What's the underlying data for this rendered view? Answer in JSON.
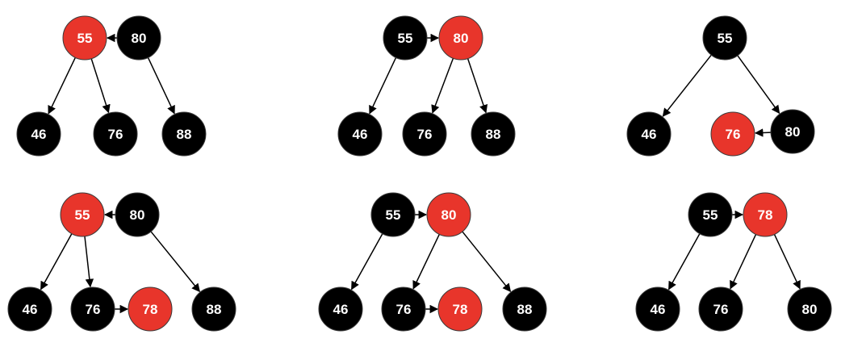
{
  "colors": {
    "red_node": "#e8352b",
    "black_node": "#000000",
    "edge": "#000000",
    "text": "#ffffff"
  },
  "trees": [
    {
      "nodes": [
        {
          "id": "a",
          "label": "55",
          "color": "red"
        },
        {
          "id": "b",
          "label": "80",
          "color": "black"
        },
        {
          "id": "c",
          "label": "46",
          "color": "black"
        },
        {
          "id": "d",
          "label": "76",
          "color": "black"
        },
        {
          "id": "e",
          "label": "88",
          "color": "black"
        }
      ],
      "edges": [
        {
          "from": "b",
          "to": "a",
          "type": "link"
        },
        {
          "from": "a",
          "to": "c",
          "type": "child"
        },
        {
          "from": "a",
          "to": "d",
          "type": "child"
        },
        {
          "from": "b",
          "to": "e",
          "type": "child"
        }
      ]
    },
    {
      "nodes": [
        {
          "id": "a",
          "label": "55",
          "color": "black"
        },
        {
          "id": "b",
          "label": "80",
          "color": "red"
        },
        {
          "id": "c",
          "label": "46",
          "color": "black"
        },
        {
          "id": "d",
          "label": "76",
          "color": "black"
        },
        {
          "id": "e",
          "label": "88",
          "color": "black"
        }
      ],
      "edges": [
        {
          "from": "a",
          "to": "b",
          "type": "link"
        },
        {
          "from": "a",
          "to": "c",
          "type": "child"
        },
        {
          "from": "b",
          "to": "d",
          "type": "child"
        },
        {
          "from": "b",
          "to": "e",
          "type": "child"
        }
      ]
    },
    {
      "nodes": [
        {
          "id": "a",
          "label": "55",
          "color": "black"
        },
        {
          "id": "b",
          "label": "46",
          "color": "black"
        },
        {
          "id": "c",
          "label": "76",
          "color": "red"
        },
        {
          "id": "d",
          "label": "80",
          "color": "black"
        }
      ],
      "edges": [
        {
          "from": "a",
          "to": "b",
          "type": "child"
        },
        {
          "from": "a",
          "to": "d",
          "type": "child"
        },
        {
          "from": "d",
          "to": "c",
          "type": "link"
        }
      ]
    },
    {
      "nodes": [
        {
          "id": "a",
          "label": "55",
          "color": "red"
        },
        {
          "id": "b",
          "label": "80",
          "color": "black"
        },
        {
          "id": "c",
          "label": "46",
          "color": "black"
        },
        {
          "id": "d",
          "label": "76",
          "color": "black"
        },
        {
          "id": "e",
          "label": "78",
          "color": "red"
        },
        {
          "id": "f",
          "label": "88",
          "color": "black"
        }
      ],
      "edges": [
        {
          "from": "b",
          "to": "a",
          "type": "link"
        },
        {
          "from": "a",
          "to": "c",
          "type": "child"
        },
        {
          "from": "a",
          "to": "d",
          "type": "child"
        },
        {
          "from": "d",
          "to": "e",
          "type": "link"
        },
        {
          "from": "b",
          "to": "f",
          "type": "child"
        }
      ]
    },
    {
      "nodes": [
        {
          "id": "a",
          "label": "55",
          "color": "black"
        },
        {
          "id": "b",
          "label": "80",
          "color": "red"
        },
        {
          "id": "c",
          "label": "46",
          "color": "black"
        },
        {
          "id": "d",
          "label": "76",
          "color": "black"
        },
        {
          "id": "e",
          "label": "78",
          "color": "red"
        },
        {
          "id": "f",
          "label": "88",
          "color": "black"
        }
      ],
      "edges": [
        {
          "from": "a",
          "to": "b",
          "type": "link"
        },
        {
          "from": "a",
          "to": "c",
          "type": "child"
        },
        {
          "from": "b",
          "to": "d",
          "type": "child"
        },
        {
          "from": "d",
          "to": "e",
          "type": "link"
        },
        {
          "from": "b",
          "to": "f",
          "type": "child"
        }
      ]
    },
    {
      "nodes": [
        {
          "id": "a",
          "label": "55",
          "color": "black"
        },
        {
          "id": "b",
          "label": "78",
          "color": "red"
        },
        {
          "id": "c",
          "label": "46",
          "color": "black"
        },
        {
          "id": "d",
          "label": "76",
          "color": "black"
        },
        {
          "id": "e",
          "label": "80",
          "color": "black"
        }
      ],
      "edges": [
        {
          "from": "a",
          "to": "b",
          "type": "link"
        },
        {
          "from": "a",
          "to": "c",
          "type": "child"
        },
        {
          "from": "b",
          "to": "d",
          "type": "child"
        },
        {
          "from": "b",
          "to": "e",
          "type": "child"
        }
      ]
    }
  ]
}
